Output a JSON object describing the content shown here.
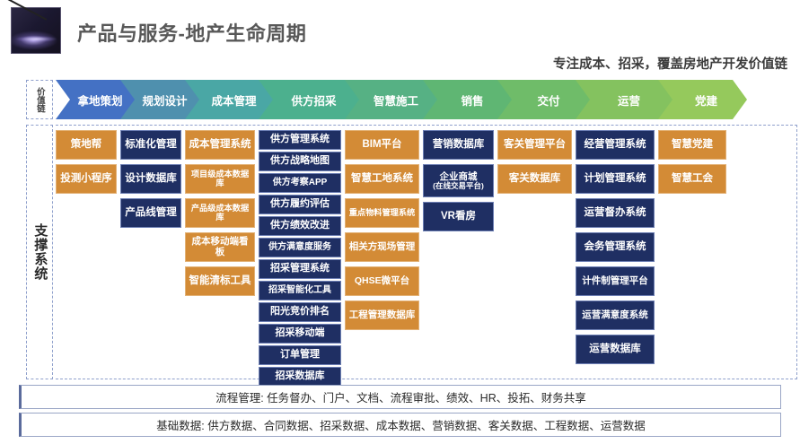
{
  "header": {
    "title": "产品与服务-地产生命周期",
    "subtitle": "专注成本、招采，覆盖房地产开发价值链",
    "logo_name": "company-logo"
  },
  "value_chain": {
    "row_label": "价值链",
    "stages": [
      {
        "label": "拿地策划",
        "color": "#4471c4"
      },
      {
        "label": "规划设计",
        "color": "#4f90ae"
      },
      {
        "label": "成本管理",
        "color": "#4aa7a5"
      },
      {
        "label": "供方招采",
        "color": "#4cb08e"
      },
      {
        "label": "智慧施工",
        "color": "#56b184"
      },
      {
        "label": "销售",
        "color": "#5fb673"
      },
      {
        "label": "交付",
        "color": "#6fbc69"
      },
      {
        "label": "运营",
        "color": "#84c25f"
      },
      {
        "label": "党建",
        "color": "#95c95c"
      }
    ]
  },
  "support_system": {
    "label": "支撑系统",
    "columns": [
      {
        "stage": "拿地策划",
        "items": [
          {
            "label": "策地帮",
            "color": "orange"
          },
          {
            "label": "投测小程序",
            "color": "orange"
          }
        ]
      },
      {
        "stage": "规划设计",
        "items": [
          {
            "label": "标准化管理",
            "color": "navy"
          },
          {
            "label": "设计数据库",
            "color": "navy"
          },
          {
            "label": "产品线管理",
            "color": "navy"
          }
        ]
      },
      {
        "stage": "成本管理",
        "items": [
          {
            "label": "成本管理系统",
            "color": "orange"
          },
          {
            "label": "项目级成本数据库",
            "color": "orange"
          },
          {
            "label": "产品级成本数据库",
            "color": "orange"
          },
          {
            "label": "成本移动端看板",
            "color": "orange"
          },
          {
            "label": "智能清标工具",
            "color": "orange"
          }
        ]
      },
      {
        "stage": "供方招采",
        "items": [
          {
            "label": "供方管理系统",
            "color": "navy"
          },
          {
            "label": "供方战略地图",
            "color": "navy"
          },
          {
            "label": "供方考察APP",
            "color": "navy"
          },
          {
            "label": "供方履约评估",
            "color": "navy"
          },
          {
            "label": "供方绩效改进",
            "color": "navy"
          },
          {
            "label": "供方满意度服务",
            "color": "navy"
          },
          {
            "label": "招采管理系统",
            "color": "navy"
          },
          {
            "label": "招采智能化工具",
            "color": "navy"
          },
          {
            "label": "阳光竞价排名",
            "color": "navy"
          },
          {
            "label": "招采移动端",
            "color": "navy"
          },
          {
            "label": "订单管理",
            "color": "navy"
          },
          {
            "label": "招采数据库",
            "color": "navy"
          }
        ]
      },
      {
        "stage": "智慧施工",
        "items": [
          {
            "label": "BIM平台",
            "color": "orange"
          },
          {
            "label": "智慧工地系统",
            "color": "orange"
          },
          {
            "label": "重点物料管理系统",
            "color": "orange"
          },
          {
            "label": "相关方现场管理",
            "color": "orange"
          },
          {
            "label": "QHSE微平台",
            "color": "orange"
          },
          {
            "label": "工程管理数据库",
            "color": "orange"
          }
        ]
      },
      {
        "stage": "销售",
        "items": [
          {
            "label": "营销数据库",
            "color": "navy"
          },
          {
            "label": "企业商城",
            "sub": "(在线交易平台)",
            "color": "navy"
          },
          {
            "label": "VR看房",
            "color": "navy"
          }
        ]
      },
      {
        "stage": "交付",
        "items": [
          {
            "label": "客关管理平台",
            "color": "orange"
          },
          {
            "label": "客关数据库",
            "color": "orange"
          }
        ]
      },
      {
        "stage": "运营",
        "items": [
          {
            "label": "经营管理系统",
            "color": "navy"
          },
          {
            "label": "计划管理系统",
            "color": "navy"
          },
          {
            "label": "运营督办系统",
            "color": "navy"
          },
          {
            "label": "会务管理系统",
            "color": "navy"
          },
          {
            "label": "计件制管理平台",
            "color": "navy"
          },
          {
            "label": "运营满意度系统",
            "color": "navy"
          },
          {
            "label": "运营数据库",
            "color": "navy"
          }
        ]
      },
      {
        "stage": "党建",
        "items": [
          {
            "label": "智慧党建",
            "color": "orange"
          },
          {
            "label": "智慧工会",
            "color": "orange"
          }
        ]
      }
    ]
  },
  "footer_bars": [
    "流程管理: 任务督办、门户、文档、流程审批、绩效、HR、投拓、财务共享",
    "基础数据: 供方数据、合同数据、招采数据、成本数据、营销数据、客关数据、工程数据、运营数据"
  ],
  "colors": {
    "navy": "#1f2f63",
    "orange": "#d38b36",
    "title_gray": "#585858",
    "dashed_border": "#8fa0cc"
  }
}
